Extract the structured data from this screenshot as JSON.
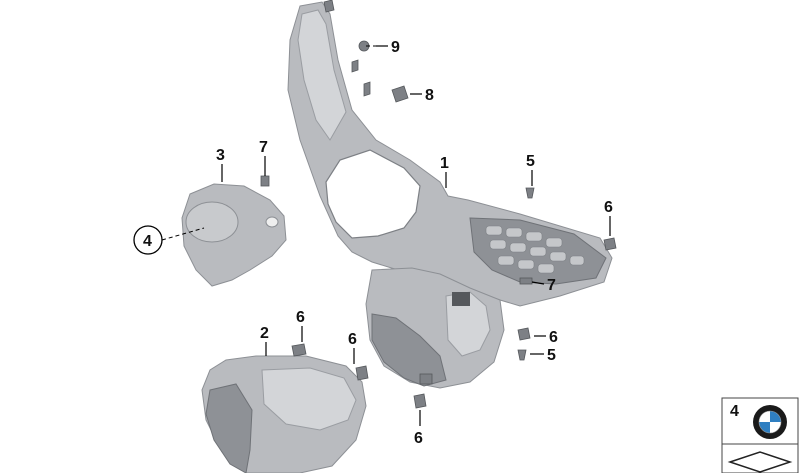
{
  "diagram": {
    "callouts": {
      "c1": "1",
      "c2": "2",
      "c3": "3",
      "c4_circled": "4",
      "c5_top": "5",
      "c5_bottom": "5",
      "c6_topright": "6",
      "c6_midright": "6",
      "c6_center": "6",
      "c6_bottom": "6",
      "c6_left": "6",
      "c7_left": "7",
      "c7_right": "7",
      "c8": "8",
      "c9": "9"
    },
    "legend": {
      "item_number": "4"
    },
    "colors": {
      "part_fill": "#b9bbbf",
      "part_shadow": "#8e9196",
      "bmw_blue": "#2f7fc1"
    }
  }
}
